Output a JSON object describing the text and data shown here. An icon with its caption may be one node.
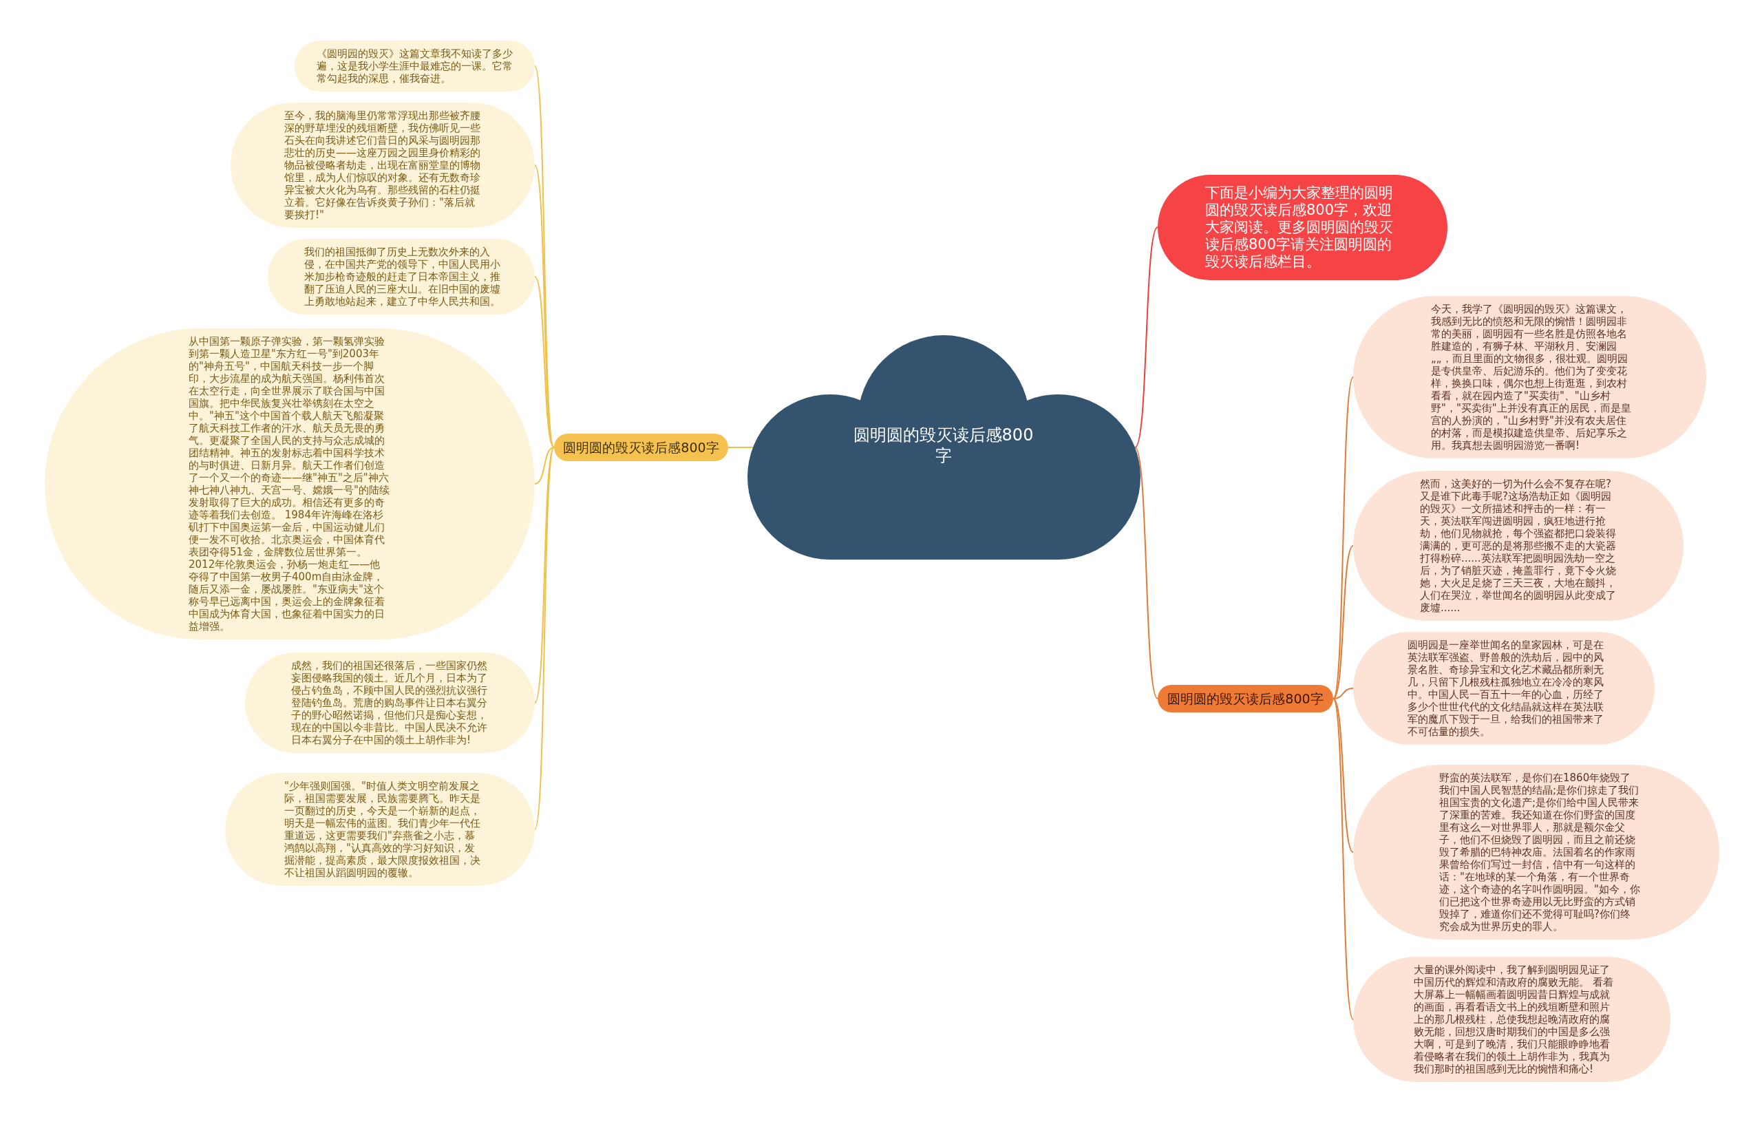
{
  "diagram": {
    "nodes": [
      {
        "text": [
          "圆明圆的毁灭读后感800字"
        ]
      },
      {
        "text": [
          "圆明圆的毁灭读后感800字"
        ]
      },
      {
        "text": [
          "《圆明园的毁灭》这篇文章我不知读了多少遍，这是我小学生涯中最难忘的一课。它常常勾起我的深思，催我奋进。"
        ]
      },
      {
        "text": [
          "至今，我的脑海里仍常常浮现出那些被齐腰深的野草埋没的残垣断壁，我仿佛听见一些石头在向我讲述它们昔日的风采与圆明园那悲壮的历史——这座万园之园里身价精彩的物品被侵略者劫走，出现在富丽堂皇的博物馆里，成为人们惊叹的对象。还有无数奇珍异宝被大火化为乌有。那些残留的石柱仍挺立着。它好像在告诉炎黄子孙们：\"落后就要挨打!\""
        ]
      },
      {
        "text": [
          "我们的祖国抵御了历史上无数次外来的入侵，在中国共产党的领导下，中国人民用小米加步枪奇迹般的赶走了日本帝国主义，推翻了压迫人民的三座大山。在旧中国的废墟上勇敢地站起来，建立了中华人民共和国。"
        ]
      },
      {
        "text": [
          "从中国第一颗原子弹实验，第一颗氢弹实验到第一颗人造卫星\"东方红一号\"到2003年的\"神舟五号\"，中国航天科技一步一个脚印，大步流星的成为航天强国。杨利伟首次在太空行走，向全世界展示了联合国与中国国旗。把中华民族复兴壮举镌刻在太空之中。\"神五\"这个中国首个载人航天飞船凝聚了航天科技工作者的汗水、航天员无畏的勇气。更凝聚了全国人民的支持与众志成城的团结精神。神五的发射标志着中国科学技术的与时俱进、日新月异。航天工作者们创造了一个又一个的奇迹——继\"神五\"之后\"神六神七神八神九、天宫一号、嫦娥一号\"的陆续发射取得了巨大的成功。相信还有更多的奇迹等着我们去创造。 1984年许海峰在洛杉矶打下中国奥运第一金后，中国运动健儿们便一发不可收拾。北京奥运会，中国体育代表团夺得51金，金牌数位居世界第一。2012年伦敦奥运会，孙杨一炮走红——他夺得了中国第一枚男子400m自由泳金牌，随后又添一金，屡战屡胜。\"东亚病夫\"这个称号早已远离中国，奥运会上的金牌象征着中国成为体育大国，也象征着中国实力的日益增强。"
        ]
      },
      {
        "text": [
          "成然，我们的祖国还很落后，一些国家仍然妄图侵略我国的领土。近几个月，日本为了侵占钓鱼岛，不顾中国人民的强烈抗议强行登陆钓鱼岛。荒唐的购岛事件让日本右翼分子的野心昭然诺揭，但他们只是痴心妄想，现在的中国以今非昔比。中国人民决不允许日本右翼分子在中国的领土上胡作非为!"
        ]
      },
      {
        "text": [
          "\"少年强则国强。\"时值人类文明空前发展之际，祖国需要发展，民族需要腾飞。昨天是一页翻过的历史，今天是一个崭新的起点，明天是一幅宏伟的蓝图。我们青少年一代任重道远，这更需要我们\"弃燕雀之小志，慕鸿鹄以高翔，\"认真高效的学习好知识，发掘潜能，提高素质，最大限度报效祖国，决不让祖国从蹈圆明园的覆辙。"
        ]
      },
      {
        "text": [
          "下面是小编为大家整理的圆明圆的毁灭读后感800字，欢迎大家阅读。更多圆明圆的毁灭读后感800字请关注圆明圆的毁灭读后感栏目。"
        ]
      },
      {
        "text": [
          "圆明圆的毁灭读后感800字"
        ]
      },
      {
        "text": [
          "今天，我学了《圆明园的毁灭》这篇课文，我感到无比的愤怒和无限的惋惜！圆明园非常的美丽，圆明园有一些名胜是仿照各地名胜建造的，有狮子林、平湖秋月、安澜园„„，而且里面的文物很多，很壮观。圆明园是专供皇帝、后妃游乐的。他们为了变变花样，换换口味，偶尔也想上街逛逛，到农村看看，就在园内造了\"买卖街\"、\"山乡村野\"，\"买卖街\"上并没有真正的居民，而是皇宫的人扮演的，\"山乡村野\"并没有农夫居住的村落，而是模拟建造供皇帝、后妃享乐之用。我真想去圆明园游览一番啊!"
        ]
      },
      {
        "text": [
          "然而，这美好的一切为什么会不复存在呢?又是谁下此毒手呢?这场浩劫正如《圆明园的毁灭》一文所描述和抨击的一样：有一天，英法联军闯进圆明园，疯狂地进行抢劫，他们见物就抢，每个强盗都把口袋装得满满的，更可恶的是将那些搬不走的大瓷器打得粉碎......英法联军把圆明园洗劫一空之后，为了销脏灭迹，掩盖罪行，竟下令火烧她，大火足足烧了三天三夜，大地在颤抖，人们在哭泣，举世闻名的圆明园从此变成了废墟......"
        ]
      },
      {
        "text": [
          "圆明园是一座举世闻名的皇家园林，可是在英法联军强盗、野兽般的洗劫后，园中的风景名胜、奇珍异宝和文化艺术藏品都所剩无几，只留下几根残柱孤独地立在冷冷的寒风中。中国人民一百五十一年的心血，历经了多少个世世代代的文化结晶就这样在英法联军的魔爪下毁于一旦，给我们的祖国带来了不可估量的损失。"
        ]
      },
      {
        "text": [
          "野蛮的英法联军，是你们在1860年烧毁了我们中国人民智慧的结晶;是你们掠走了我们祖国宝贵的文化遗产;是你们给中国人民带来了深重的苦难。我还知道在你们野蛮的国度里有这么一对世界罪人，那就是额尔金父子，他们不但烧毁了圆明园，而且之前还烧毁了希腊的巴特神农庙。法国着名的作家雨果曾给你们写过一封信，信中有一句这样的话：\"在地球的某一个角落，有一个世界奇迹，这个奇迹的名字叫作圆明园。\"如今，你们已把这个世界奇迹用以无比野蛮的方式销毁掉了，难道你们还不觉得可耻吗?你们终究会成为世界历史的罪人。"
        ]
      },
      {
        "text": [
          "大量的课外阅读中，我了解到圆明园见证了中国历代的辉煌和清政府的腐败无能。 看着大屏幕上一幅幅画着圆明园昔日辉煌与成就的画面，再看看语文书上的残垣断壁和照片上的那几根残柱，总使我想起晚清政府的腐败无能，回想汉唐时期我们的中国是多么强大啊，可是到了晚清，我们只能眼睁睁地看着侵略者在我们的领土上胡作非为，我真为我们那时的祖国感到无比的惋惜和痛心!"
        ]
      }
    ],
    "edges": [
      {
        "from": 0,
        "to": 1,
        "arrow": "none"
      },
      {
        "from": 1,
        "to": 2,
        "arrow": "none"
      },
      {
        "from": 1,
        "to": 3,
        "arrow": "none"
      },
      {
        "from": 1,
        "to": 4,
        "arrow": "none"
      },
      {
        "from": 1,
        "to": 5,
        "arrow": "none"
      },
      {
        "from": 1,
        "to": 6,
        "arrow": "none"
      },
      {
        "from": 1,
        "to": 7,
        "arrow": "none"
      },
      {
        "from": 0,
        "to": 8,
        "arrow": "none",
        "color": "#e8403f"
      },
      {
        "from": 0,
        "to": 9,
        "arrow": "none",
        "color": "#e07a35"
      },
      {
        "from": 9,
        "to": 10,
        "arrow": "none",
        "color": "#e07a35"
      },
      {
        "from": 9,
        "to": 11,
        "arrow": "none",
        "color": "#e07a35"
      },
      {
        "from": 9,
        "to": 12,
        "arrow": "none",
        "color": "#e07a35"
      },
      {
        "from": 9,
        "to": 13,
        "arrow": "none",
        "color": "#e07a35"
      },
      {
        "from": 9,
        "to": 14,
        "arrow": "none",
        "color": "#e07a35"
      }
    ]
  }
}
